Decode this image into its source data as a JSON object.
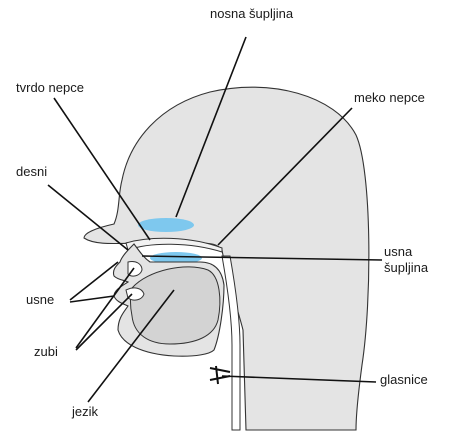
{
  "colors": {
    "head_fill": "#e4e4e4",
    "outline": "#333333",
    "cavity_fill": "#7ec8ee",
    "leader_line": "#111111"
  },
  "labels": {
    "nasal_cavity": "nosna šupljina",
    "hard_palate": "tvrdo nepce",
    "soft_palate": "meko nepce",
    "gums": "desni",
    "oral_cavity_line1": "usna",
    "oral_cavity_line2": "šupljina",
    "lips": "usne",
    "teeth": "zubi",
    "vocal_cords": "glasnice",
    "tongue": "jezik"
  }
}
